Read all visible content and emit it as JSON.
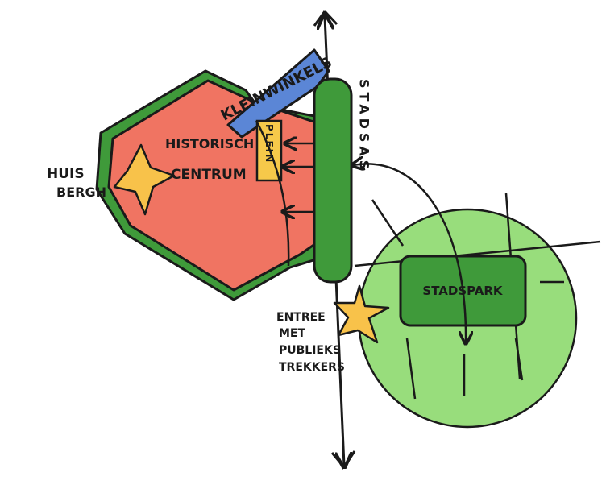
{
  "labels": {
    "kleinwinkels": "KLEINWINKELS",
    "historisch": "HISTORISCH",
    "centrum": "CENTRUM",
    "huis": "HUIS",
    "bergh": "BERGH",
    "plein": "PLEIN",
    "stadsas": "STADSAS",
    "stadspark": "STADSPARK",
    "entree_lines": [
      "ENTREE",
      "MET",
      "PUBLIEKS",
      "TREKKERS"
    ]
  },
  "colors": {
    "centrum_fill": "#f07462",
    "hedge_green": "#3f9a3a",
    "park_fill": "#98dd7c",
    "winkels_blue": "#5b86d6",
    "plein_yellow": "#f6c94a",
    "star_yellow": "#f8c24a",
    "ink": "#1a1a1a"
  },
  "icons": [
    "star-icon",
    "arrow-up-icon",
    "arrow-down-icon",
    "arrow-left-icon"
  ]
}
